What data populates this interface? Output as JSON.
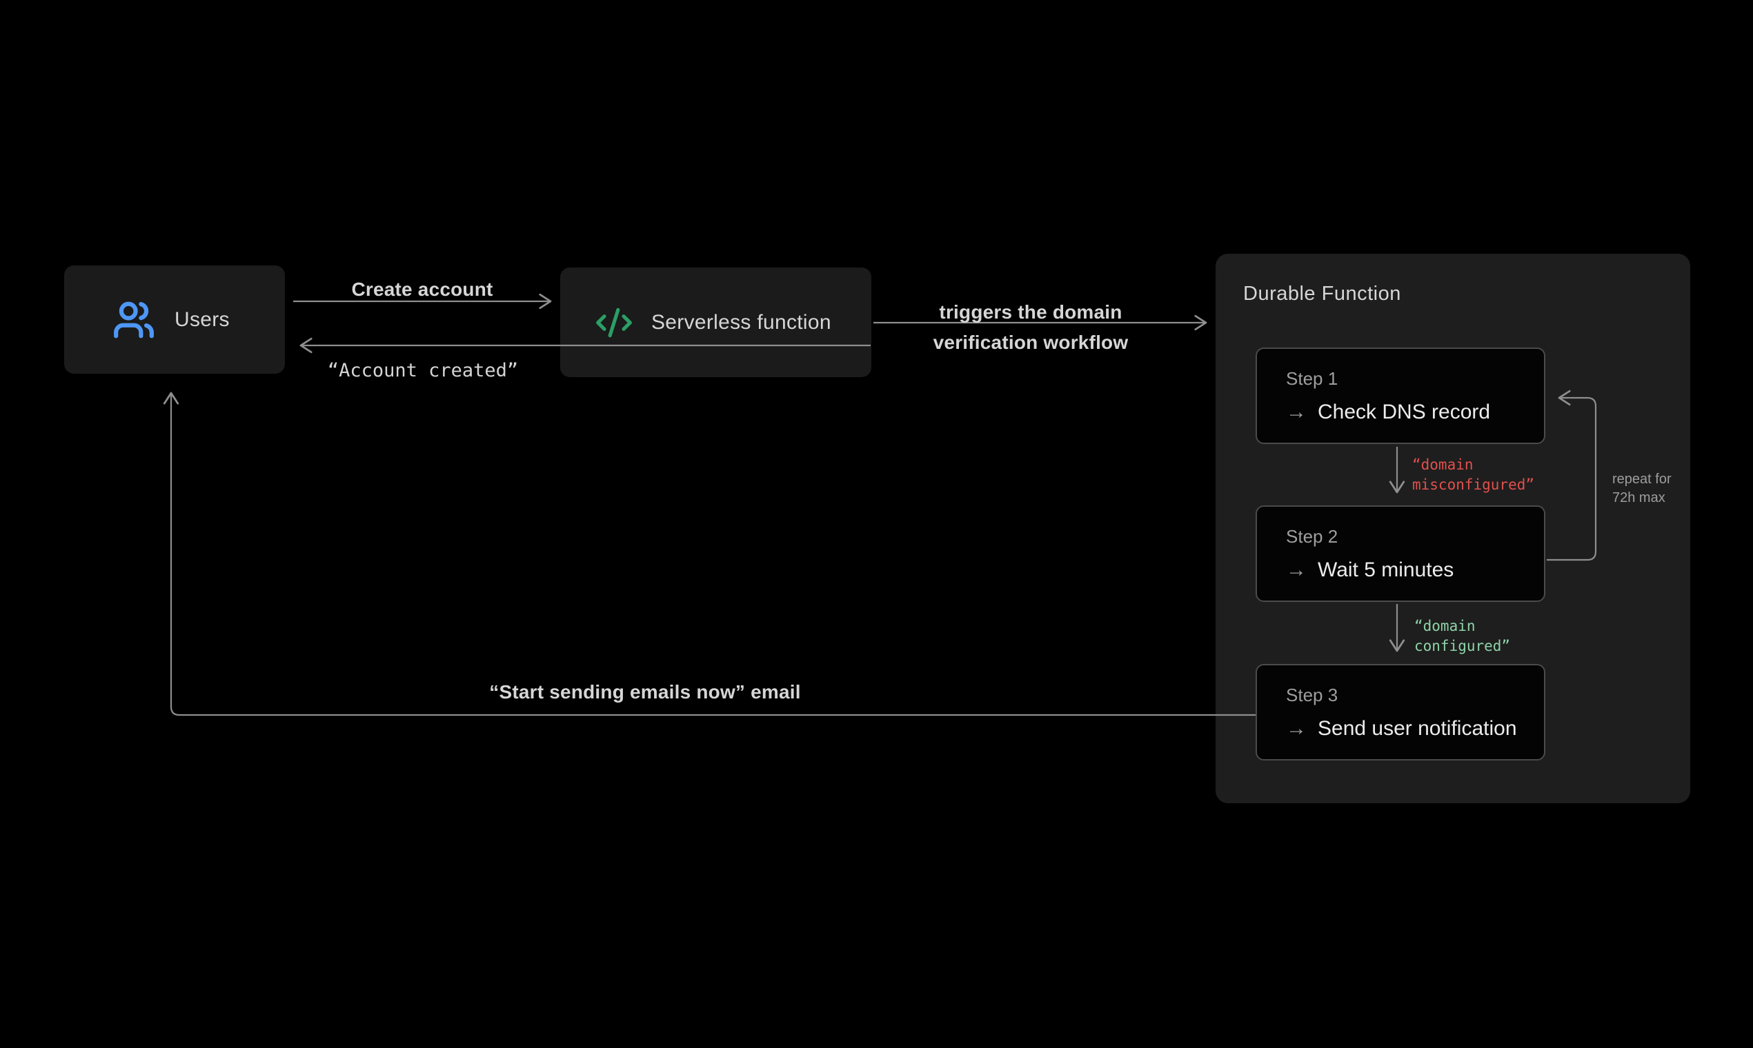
{
  "colors": {
    "bg": "#000000",
    "node-bg": "#1b1b1b",
    "panel-bg": "#1e1e1e",
    "step-bg": "#040404",
    "step-border": "#4b4b4b",
    "wire": "#8e8e8e",
    "text-primary": "#ececec",
    "text-secondary": "#9e9e9e",
    "text-label": "#d6d6d6",
    "accent-blue": "#4e97f5",
    "accent-green": "#2b9f66",
    "status-red": "#e2504d",
    "status-green": "#8fd3a8"
  },
  "nodes": {
    "users": {
      "label": "Users",
      "icon": "users-icon"
    },
    "serverless": {
      "label": "Serverless function",
      "icon": "code-icon"
    }
  },
  "edges": {
    "create_account": {
      "label": "Create account"
    },
    "account_created": {
      "label": "“Account created”"
    },
    "triggers": {
      "label_line1": "triggers the domain",
      "label_line2": "verification workflow"
    },
    "misconfigured": {
      "line1": "“domain",
      "line2": "misconfigured”"
    },
    "configured": {
      "line1": "“domain",
      "line2": "configured”"
    },
    "repeat": {
      "line1": "repeat for",
      "line2": "72h max"
    },
    "start_emails": {
      "label": "“Start sending emails now” email"
    }
  },
  "panel": {
    "title": "Durable Function",
    "arrow_glyph": "→",
    "steps": [
      {
        "label": "Step 1",
        "action": "Check DNS record"
      },
      {
        "label": "Step 2",
        "action": "Wait 5 minutes"
      },
      {
        "label": "Step 3",
        "action": "Send user notification"
      }
    ]
  }
}
